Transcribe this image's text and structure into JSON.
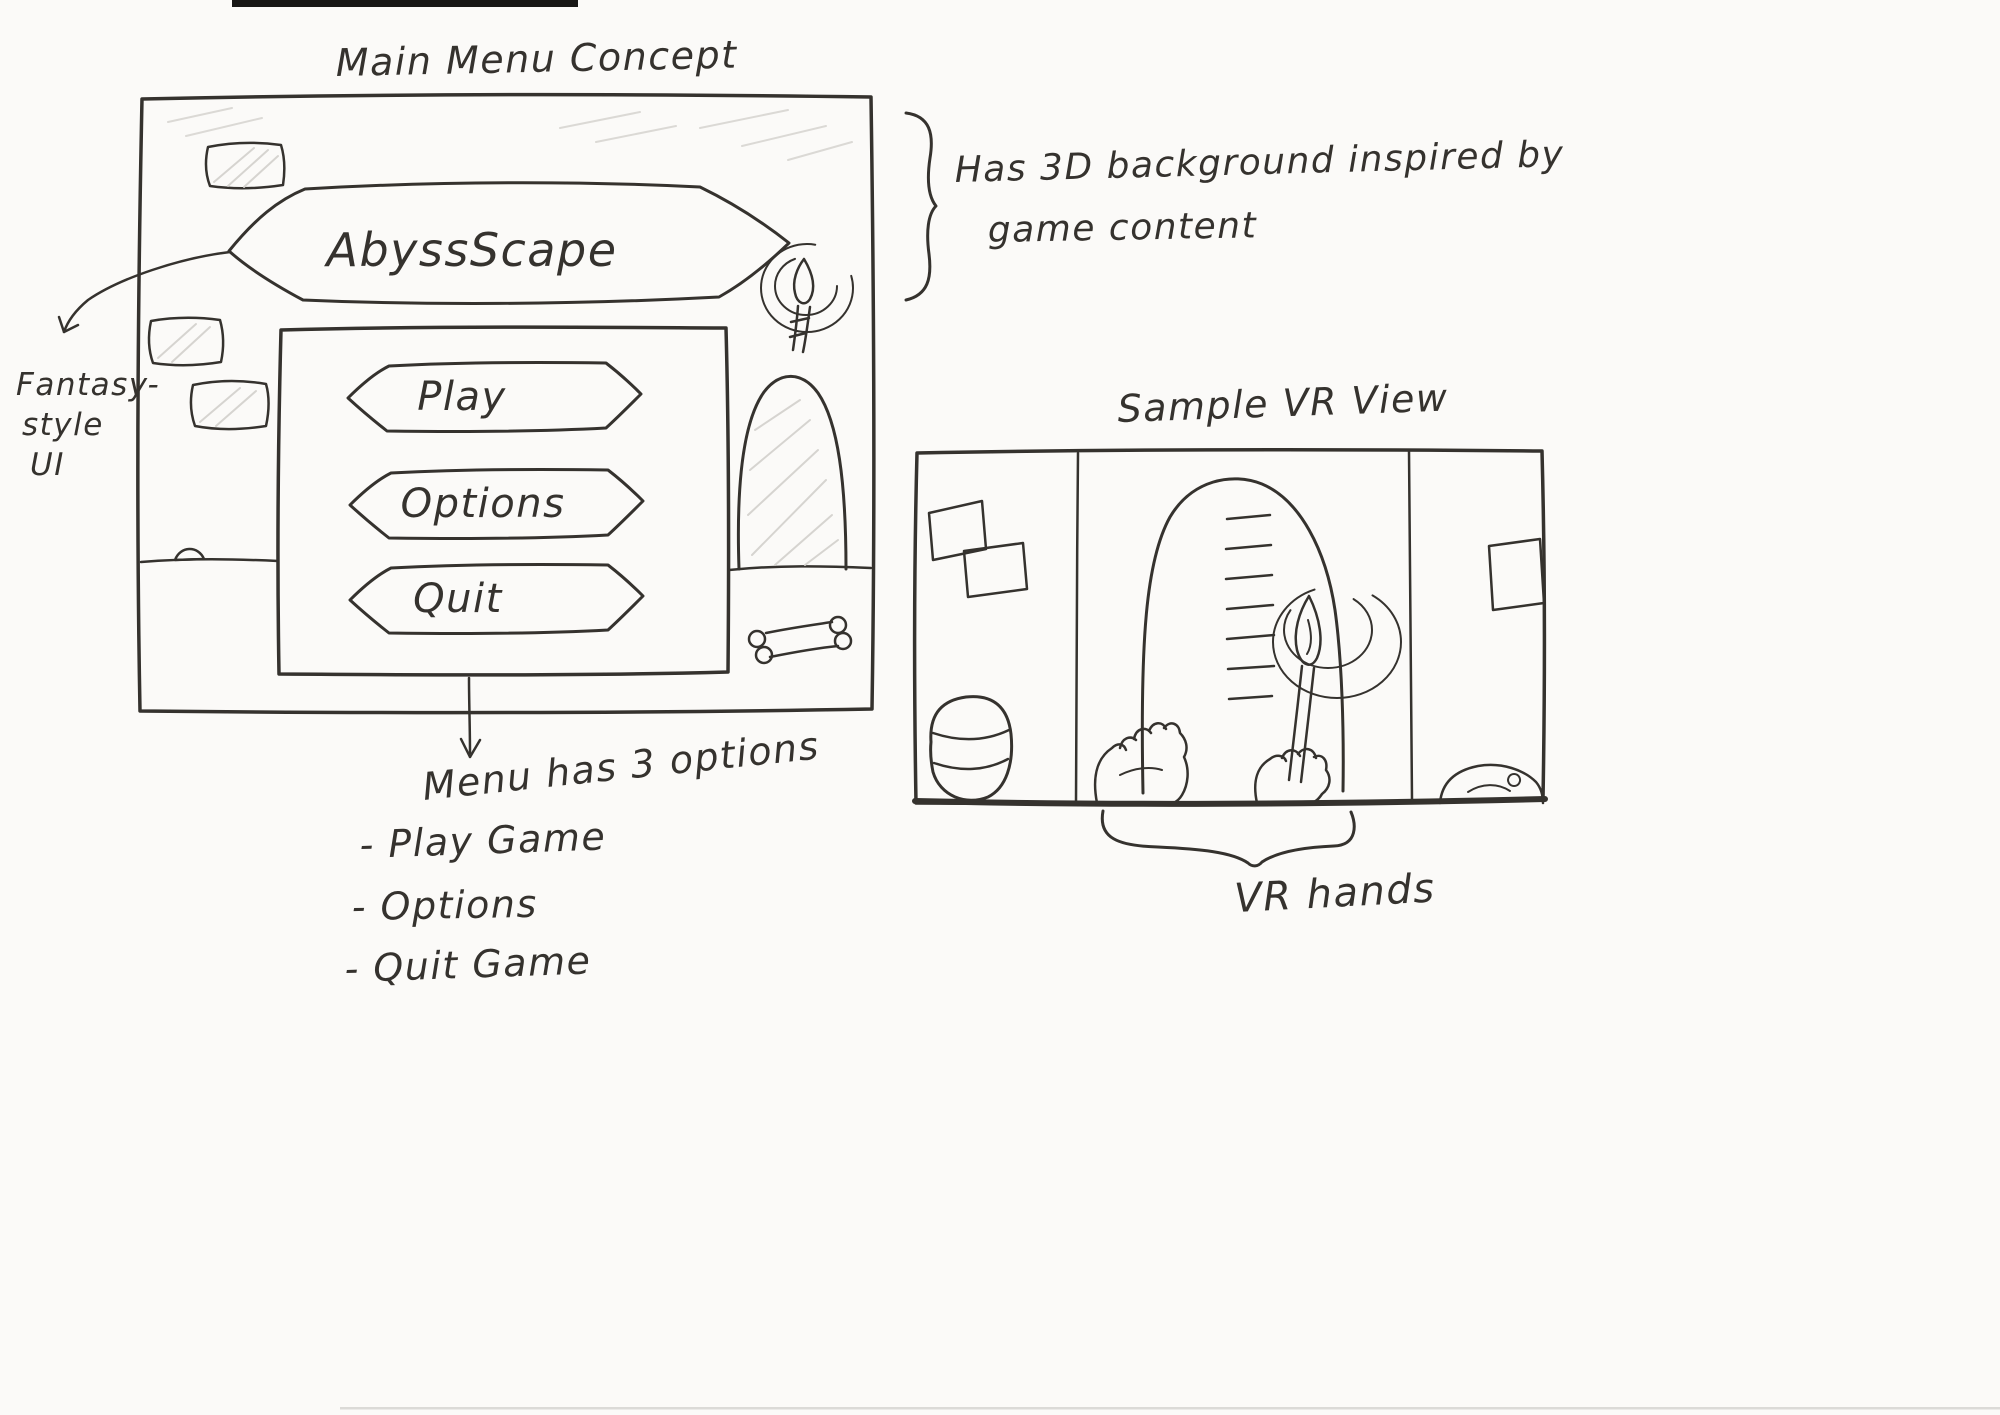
{
  "sketch": {
    "main_menu": {
      "heading": "Main Menu Concept",
      "game_title": "AbyssScape",
      "buttons": [
        {
          "label": "Play"
        },
        {
          "label": "Options"
        },
        {
          "label": "Quit"
        }
      ]
    },
    "annotations": {
      "fantasy_ui": {
        "line1": "Fantasy-",
        "line2": "style",
        "line3": "UI"
      },
      "background_note": {
        "line1": "Has 3D background inspired by",
        "line2": "game content"
      },
      "menu_note": {
        "heading": "Menu has 3 options",
        "items": [
          "- Play Game",
          "- Options",
          "- Quit Game"
        ]
      },
      "vr_hands": "VR hands"
    },
    "vr_view": {
      "heading": "Sample VR View"
    },
    "icons": {
      "torch": "torch-icon",
      "candle": "candle-icon",
      "barrel": "barrel-icon",
      "bone": "bone-icon",
      "bricks": "brick-icon",
      "arch": "arch-icon",
      "hands": "vr-hand-icon",
      "papers": "paper-icon"
    },
    "colors": {
      "ink": "#35322e",
      "paper": "#fbfaf8"
    }
  }
}
